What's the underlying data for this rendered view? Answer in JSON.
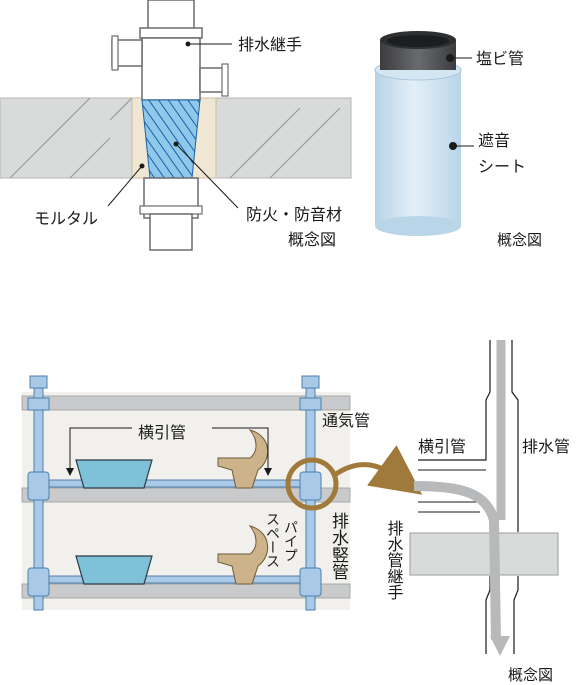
{
  "diagram_top_left": {
    "labels": {
      "drain_joint": "排水継手",
      "mortar": "モルタル",
      "fire_sound_material": "防火・防音材",
      "concept": "概念図"
    }
  },
  "diagram_top_right": {
    "labels": {
      "pvc_pipe": "塩ビ管",
      "sound_sheet_line1": "遮音",
      "sound_sheet_line2": "シート",
      "concept": "概念図"
    }
  },
  "diagram_bottom_left": {
    "labels": {
      "horizontal_pipe": "横引管",
      "vent_pipe": "通気管",
      "pipe_space_col1": "パイプ",
      "pipe_space_col2": "スペース",
      "drain_vertical_pipe": "排水竪管"
    }
  },
  "diagram_bottom_right": {
    "labels": {
      "horizontal_pipe": "横引管",
      "drain_pipe": "排水管",
      "drain_joint_vertical": "排水管継手",
      "concept": "概念図"
    }
  },
  "colors": {
    "slab": "#d9dada",
    "slab_hatch": "#9a9b9c",
    "mortar": "#efe7d3",
    "pipe": "#ffffff",
    "pipe_edge": "#6b6c6e",
    "insulation": "#8ec8ea",
    "insulation_hatch": "#1d5fa8",
    "pvc_dark": "#4a4b4d",
    "sound_sheet": "#cfe4f1",
    "building_bg": "#f1f0ed",
    "floor_slab": "#c9cacb",
    "vertical_pipe": "#a9c9e6",
    "vertical_pipe_edge": "#4d7fae",
    "fixture_tan": "#cdb38a",
    "basin_blue": "#7ec1d8",
    "callout_ring": "#a07a3a",
    "flow_arrow": "#b8b9ba"
  }
}
